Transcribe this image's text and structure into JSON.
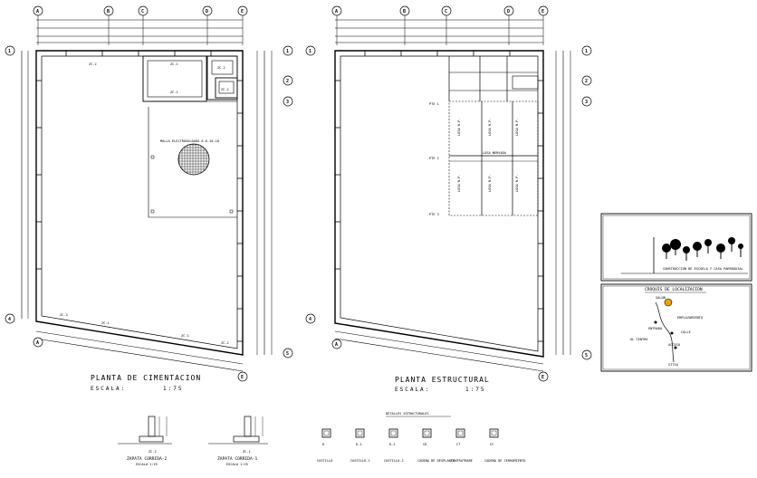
{
  "plans": {
    "foundation": {
      "title": "PLANTA DE CIMENTACION",
      "scale_label": "ESCALA:",
      "scale_value": "1:75",
      "mesh_label": "MALLA ELECTROSOLDADA 6-6-10-10",
      "zone_tags": [
        "ZC-2",
        "ZC-1",
        "ZC-1",
        "ZC-2",
        "ZC-2",
        "ZC-3",
        "ZC-1",
        "ZC-1",
        "ZC-2"
      ]
    },
    "structural": {
      "title": "PLANTA ESTRUCTURAL",
      "scale_label": "ESCALA:",
      "scale_value": "1:75",
      "slab_label": "LOSA NERVADA",
      "joist_label": "LOSA N.P.",
      "side_tags": [
        "PTE 1",
        "PTE 2",
        "PTE 3"
      ]
    },
    "axes_letters": [
      "A",
      "B",
      "C",
      "D",
      "E"
    ],
    "axes_numbers": [
      "1",
      "2",
      "3",
      "4",
      "5"
    ]
  },
  "details": {
    "heading": "DETALLES ESTRUCTURALES",
    "footings": [
      {
        "tag": "ZC-2",
        "name": "ZAPATA CORRIDA-2",
        "scale": "ESCALA 1:25"
      },
      {
        "tag": "ZC-1",
        "name": "ZAPATA CORRIDA-1",
        "scale": "ESCALA 1:25"
      }
    ],
    "sections": [
      {
        "tag": "K",
        "name": "CASTILLO"
      },
      {
        "tag": "K-1",
        "name": "CASTILLO-1"
      },
      {
        "tag": "K-2",
        "name": "CASTILLO-2"
      },
      {
        "tag": "CD",
        "name": "CADENA DE DESPLANTE"
      },
      {
        "tag": "CT",
        "name": "CONTRATRABE"
      },
      {
        "tag": "CC",
        "name": "CADENA DE CERRAMIENTO"
      }
    ]
  },
  "side_panels": {
    "elevation_caption": "CONSTRUCCION DE ESCUELA Y CASA PARROQUIAL",
    "location_title": "CROQUIS DE LOCALIZACION",
    "location_labels": [
      "SALON",
      "EMPLAZAMIENTO",
      "ENTRADA",
      "CALLE",
      "AL CENTRO",
      "ACCESO",
      "SITIO"
    ]
  }
}
